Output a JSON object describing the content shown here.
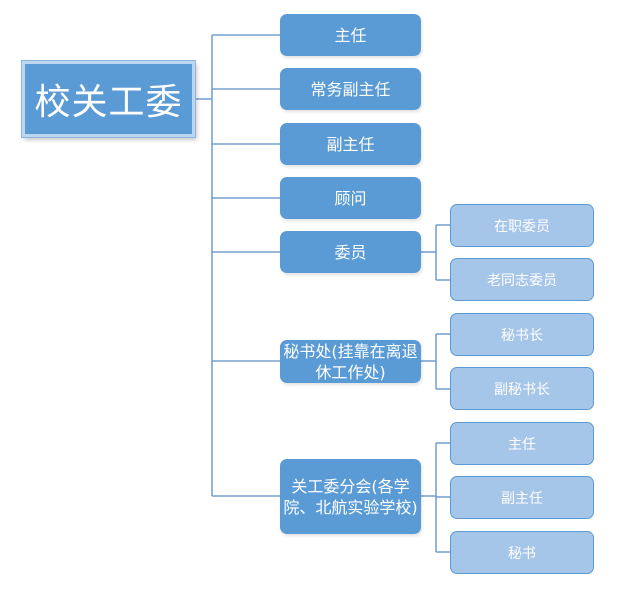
{
  "root": {
    "label": "校关工委"
  },
  "members": [
    {
      "label": "主任",
      "children": []
    },
    {
      "label": "常务副主任",
      "children": []
    },
    {
      "label": "副主任",
      "children": []
    },
    {
      "label": "顾问",
      "children": []
    },
    {
      "label": "委员",
      "children": [
        {
          "label": "在职委员"
        },
        {
          "label": "老同志委员"
        }
      ]
    },
    {
      "label": "秘书处(挂靠在离退休工作处)",
      "children": [
        {
          "label": "秘书长"
        },
        {
          "label": "副秘书长"
        }
      ]
    },
    {
      "label": "关工委分会(各学院、北航实验学校)",
      "children": [
        {
          "label": "主任"
        },
        {
          "label": "副主任"
        },
        {
          "label": "秘书"
        }
      ]
    }
  ],
  "colors": {
    "box": "#5b9bd5",
    "leaf": "#a6c6e9",
    "line": "#5b8fc7",
    "text": "#ffffff"
  }
}
